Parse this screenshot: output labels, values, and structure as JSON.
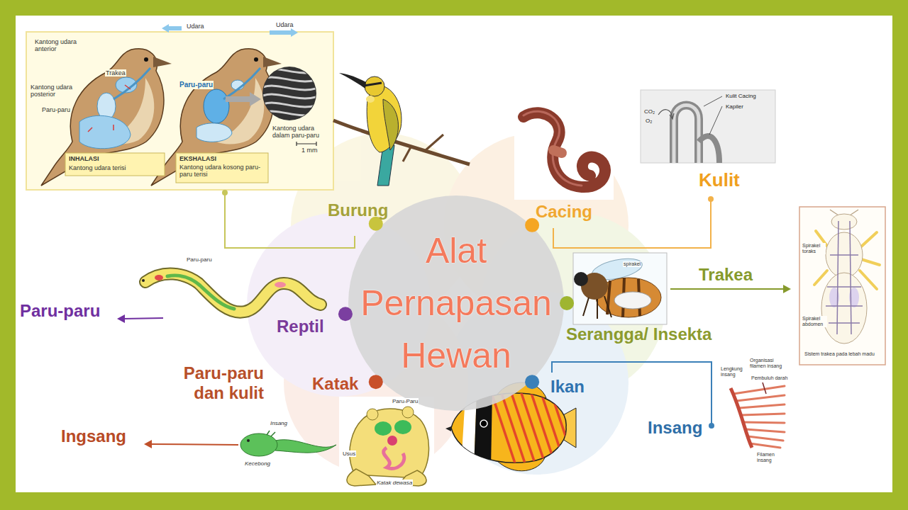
{
  "diagram": {
    "nodes": [
      {
        "text": [
          "Alat Pernapasan Hewan"
        ]
      }
    ],
    "labels": [
      "Burung",
      "Cacing",
      "Kulit",
      "Reptil",
      "Paru-paru",
      "Serangga/ Insekta",
      "Trakea",
      "Katak",
      "Paru-paru dan kulit",
      "Ingsang",
      "Ikan",
      "Insang",
      "Udara",
      "Udara",
      "Kantong udara anterior",
      "Trakea",
      "Kantong udara posterior",
      "Paru-paru",
      "Paru-paru",
      "Kantong udara dalam paru-paru",
      "1 mm",
      "INHALASI",
      "Kantong udara terisi",
      "EKSHALASI",
      "Kantong udara kosong paru-paru terisi",
      "Kulit Cacing",
      "Kapiler",
      "CO₂",
      "O₂",
      "spirakel",
      "Spirakel toraks",
      "Spirakel abdomen",
      "Sistem trakea pada lebah madu",
      "Paru-paru",
      "Insang",
      "Kecebong",
      "Paru-Paru",
      "Usus",
      "Katak dewasa",
      "Lengkung insang",
      "Organisasi filamen insang",
      "Pembuluh darah",
      "Filamen insang"
    ]
  }
}
